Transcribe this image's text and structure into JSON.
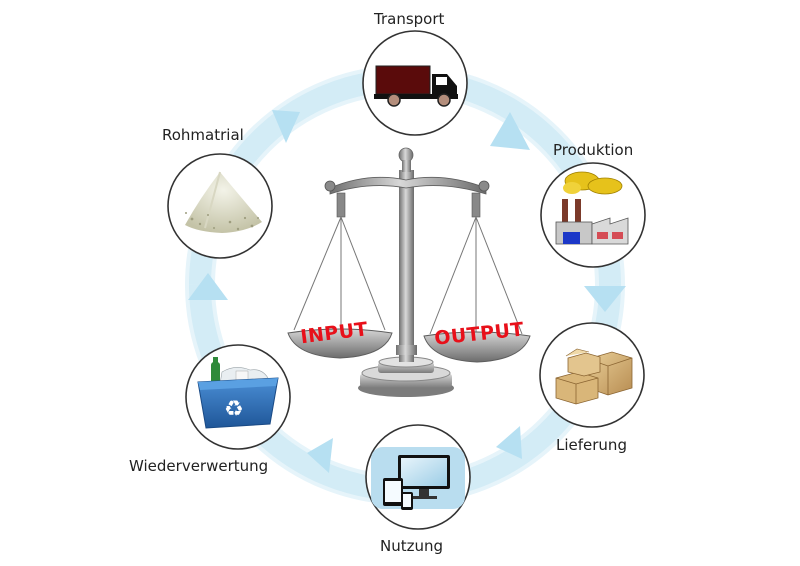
{
  "stations": {
    "transport": "Transport",
    "produktion": "Produktion",
    "lieferung": "Lieferung",
    "nutzung": "Nutzung",
    "wiederverwertung": "Wiederverwertung",
    "rohmatrial": "Rohmatrial"
  },
  "scale": {
    "left_pan": "INPUT",
    "right_pan": "OUTPUT"
  },
  "colors": {
    "cycle_arrow": "#cde9f4",
    "cycle_arrow_head": "#b3dff1",
    "pan_text": "#e8101a",
    "scale_metal": "#9a9a9a",
    "recycle_bin": "#2f6fb7",
    "truck_cargo": "#5a0b0b"
  },
  "icons": {
    "transport": "truck-icon",
    "produktion": "factory-icon",
    "lieferung": "boxes-icon",
    "nutzung": "devices-icon",
    "wiederverwertung": "recycle-bin-icon",
    "rohmatrial": "powder-pile-icon",
    "center": "balance-scale-icon"
  }
}
